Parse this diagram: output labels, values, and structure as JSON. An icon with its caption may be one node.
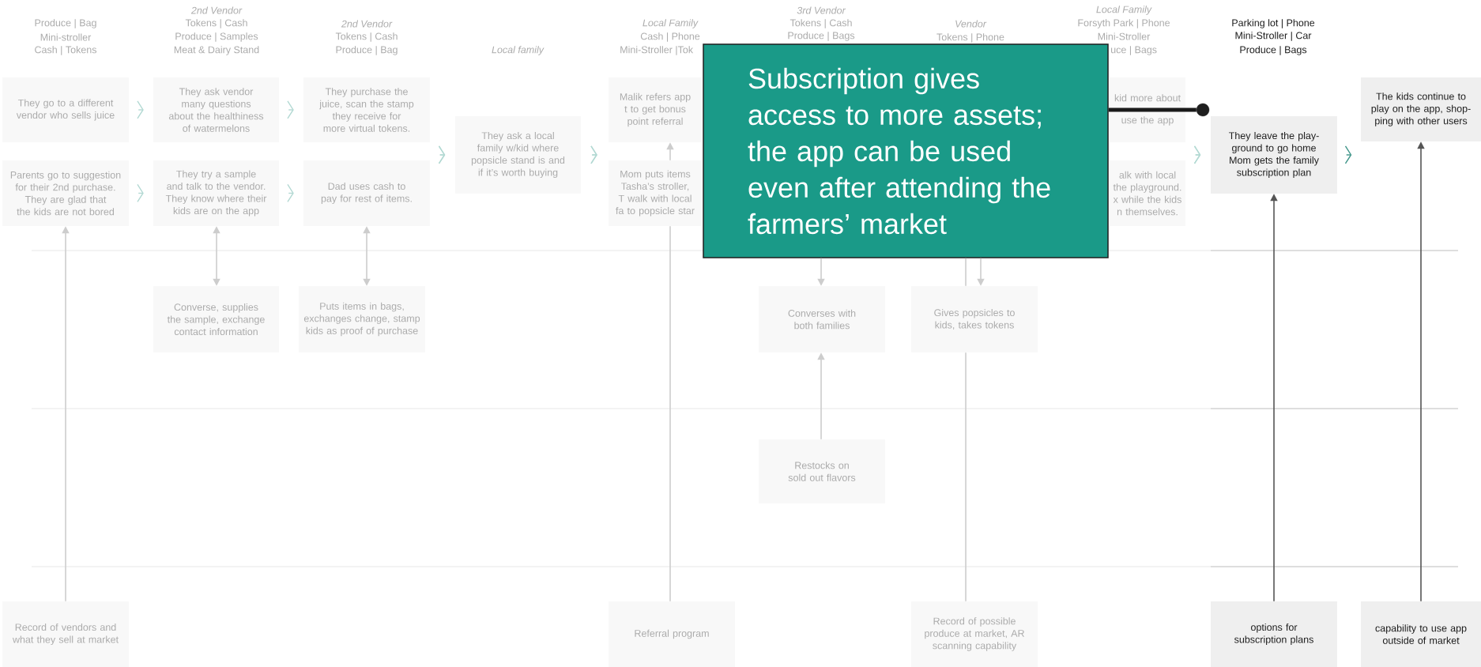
{
  "diagram": {
    "nodes": [
      {
        "text": [
          "They go to a different vendor who sells juice"
        ]
      },
      {
        "text": [
          "Parents go to suggestion for their 2nd purchase. They are glad that the kids are not bored"
        ]
      },
      {
        "text": [
          "They ask vendor many questions about the healthiness of watermelons"
        ]
      },
      {
        "text": [
          "They try a sample and talk to the vendor. They know where their kids are on the app"
        ]
      },
      {
        "text": [
          "They purchase the juice, scan the stamp they receive for more virtual tokens."
        ]
      },
      {
        "text": [
          "Dad uses cash to pay for rest of items."
        ]
      },
      {
        "text": [
          "They ask a local family w/kid where popsicle stand is and if it’s worth buying"
        ]
      },
      {
        "text": [
          "Malik refers app t to get bonus point referral"
        ]
      },
      {
        "text": [
          "Mom puts items Tasha’s stroller, T walk with local fa to popsicle star"
        ]
      },
      {
        "text": [
          "kid more about use the app"
        ]
      },
      {
        "text": [
          "alk with local the playground. x while the kids n themselves."
        ]
      },
      {
        "text": [
          "They leave the play-ground to go home Mom gets the family subscription plan"
        ]
      },
      {
        "text": [
          "The kids continue to play on the app, shop-ping with other users"
        ]
      },
      {
        "text": [
          "Converse, supplies the sample, exchange contact information"
        ]
      },
      {
        "text": [
          "Puts items in bags, exchanges change, stamp kids as proof of purchase"
        ]
      },
      {
        "text": [
          "Converses with both families"
        ]
      },
      {
        "text": [
          "Gives popsicles to kids, takes tokens"
        ]
      },
      {
        "text": [
          "Restocks on sold out flavors"
        ]
      },
      {
        "text": [
          "Record of vendors and what they sell at market"
        ]
      },
      {
        "text": [
          "Referral program"
        ]
      },
      {
        "text": [
          "Record of possible produce at market, AR scanning capability"
        ]
      },
      {
        "text": [
          "options for subscription plans"
        ]
      },
      {
        "text": [
          "capability to use app outside of market"
        ]
      },
      {
        "text": [
          "Subscription gives access to more assets; the app can be used even after attending the farmers’ market"
        ]
      },
      {
        "text": [],
        "shape": "circle"
      }
    ],
    "edges": [
      {
        "from": 0,
        "to": 2,
        "arrow": "to",
        "color": "#b3d9d3"
      },
      {
        "from": 1,
        "to": 3,
        "arrow": "to",
        "color": "#b3d9d3"
      },
      {
        "from": 2,
        "to": 4,
        "arrow": "to",
        "color": "#b3d9d3"
      },
      {
        "from": 3,
        "to": 5,
        "arrow": "to",
        "color": "#b3d9d3"
      },
      {
        "from": 4,
        "to": 6,
        "arrow": "to",
        "color": "#b3d9d3"
      },
      {
        "from": 5,
        "to": 6,
        "arrow": "to",
        "color": "#b3d9d3"
      },
      {
        "from": 6,
        "to": 7,
        "arrow": "to",
        "color": "#b3d9d3"
      },
      {
        "from": 6,
        "to": 8,
        "arrow": "to",
        "color": "#b3d9d3"
      },
      {
        "from": 9,
        "to": 11,
        "arrow": "to",
        "color": "#b3d9d3"
      },
      {
        "from": 10,
        "to": 11,
        "arrow": "to",
        "color": "#b3d9d3"
      },
      {
        "from": 11,
        "to": 12,
        "arrow": "to",
        "color": "#3e9488"
      },
      {
        "from": 18,
        "to": 1,
        "arrow": "to"
      },
      {
        "from": 3,
        "to": 13,
        "arrow": "both"
      },
      {
        "from": 5,
        "to": 14,
        "arrow": "both"
      },
      {
        "from": 19,
        "to": 8,
        "arrow": "none"
      },
      {
        "from": 8,
        "to": 7,
        "arrow": "to"
      },
      {
        "from": 23,
        "to": 15,
        "arrow": "to"
      },
      {
        "from": 17,
        "to": 15,
        "arrow": "to"
      },
      {
        "from": 23,
        "to": 16,
        "arrow": "to"
      },
      {
        "from": 20,
        "to": 16,
        "arrow": "none"
      },
      {
        "from": 23,
        "to": 16,
        "arrow": "none"
      },
      {
        "from": 21,
        "to": 11,
        "arrow": "to",
        "color": "#555555"
      },
      {
        "from": 22,
        "to": 12,
        "arrow": "to",
        "color": "#555555"
      },
      {
        "from": 23,
        "to": 24,
        "arrow": "none",
        "style": "thick",
        "color": "#1a1a1a"
      }
    ],
    "labels": [
      "Produce | Bag",
      "Mini-stroller",
      "Cash | Tokens",
      "2nd Vendor",
      "Tokens | Cash",
      "Produce | Samples",
      "Meat & Dairy Stand",
      "2nd Vendor",
      "Tokens | Cash",
      "Produce | Bag",
      "Local family",
      "Local Family",
      "Cash | Phone",
      "Mini-Stroller |Tok",
      "3rd Vendor",
      "Tokens | Cash",
      "Produce | Bags",
      "Vendor",
      "Tokens | Phone",
      "Local Family",
      "Forsyth Park | Phone",
      "Mini-Stroller",
      "uce | Bags",
      "Parking lot  | Phone",
      "Mini-Stroller | Car",
      "Produce | Bags"
    ]
  }
}
